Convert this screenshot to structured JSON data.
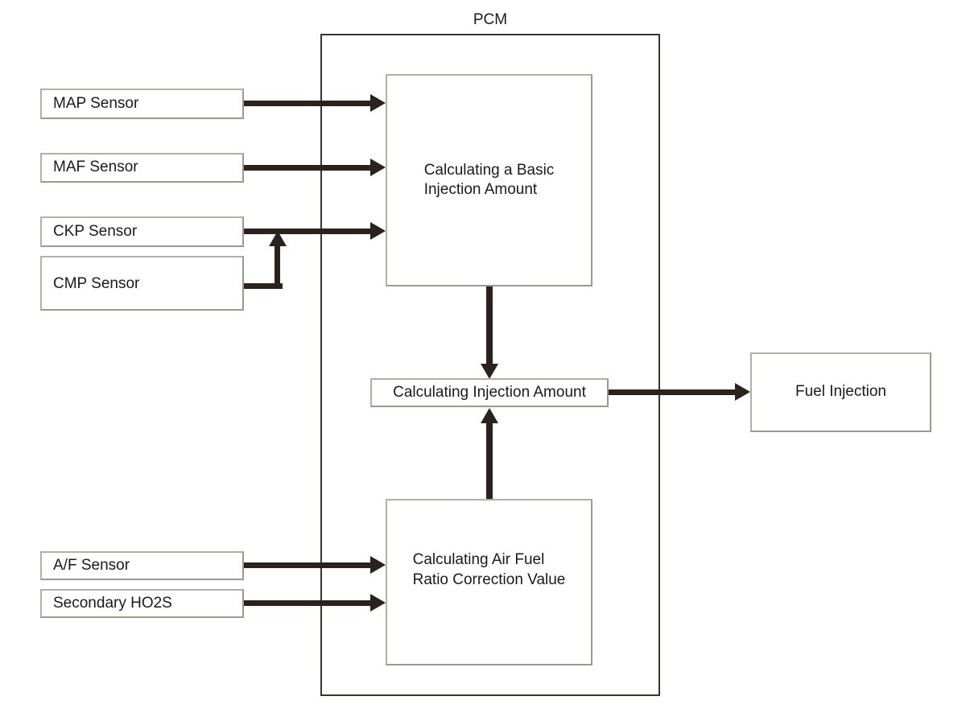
{
  "diagram": {
    "title": "PCM",
    "module_label": "PCM",
    "colors": {
      "line": "#2b211f",
      "box_border": "#9d9892",
      "pcm_border": "#3b3330",
      "background": "#ffffff",
      "text": "#1a1a1a"
    },
    "inputs": [
      {
        "id": "map-sensor",
        "label": "MAP Sensor"
      },
      {
        "id": "maf-sensor",
        "label": "MAF Sensor"
      },
      {
        "id": "ckp-sensor",
        "label": "CKP Sensor"
      },
      {
        "id": "cmp-sensor",
        "label": "CMP Sensor"
      },
      {
        "id": "af-sensor",
        "label": "A/F Sensor"
      },
      {
        "id": "secondary-ho2s",
        "label": "Secondary HO2S"
      }
    ],
    "processes": [
      {
        "id": "basic-injection-amount",
        "label": "Calculating a Basic\nInjection Amount"
      },
      {
        "id": "injection-amount",
        "label": "Calculating Injection Amount"
      },
      {
        "id": "air-fuel-ratio-correction",
        "label": "Calculating Air Fuel\nRatio Correction Value"
      }
    ],
    "outputs": [
      {
        "id": "fuel-injection",
        "label": "Fuel Injection"
      }
    ],
    "connections": [
      {
        "from": "map-sensor",
        "to": "basic-injection-amount"
      },
      {
        "from": "maf-sensor",
        "to": "basic-injection-amount"
      },
      {
        "from": "ckp-sensor",
        "to": "basic-injection-amount"
      },
      {
        "from": "cmp-sensor",
        "to": "ckp-sensor-line"
      },
      {
        "from": "basic-injection-amount",
        "to": "injection-amount"
      },
      {
        "from": "air-fuel-ratio-correction",
        "to": "injection-amount"
      },
      {
        "from": "injection-amount",
        "to": "fuel-injection"
      },
      {
        "from": "af-sensor",
        "to": "air-fuel-ratio-correction"
      },
      {
        "from": "secondary-ho2s",
        "to": "air-fuel-ratio-correction"
      }
    ]
  }
}
